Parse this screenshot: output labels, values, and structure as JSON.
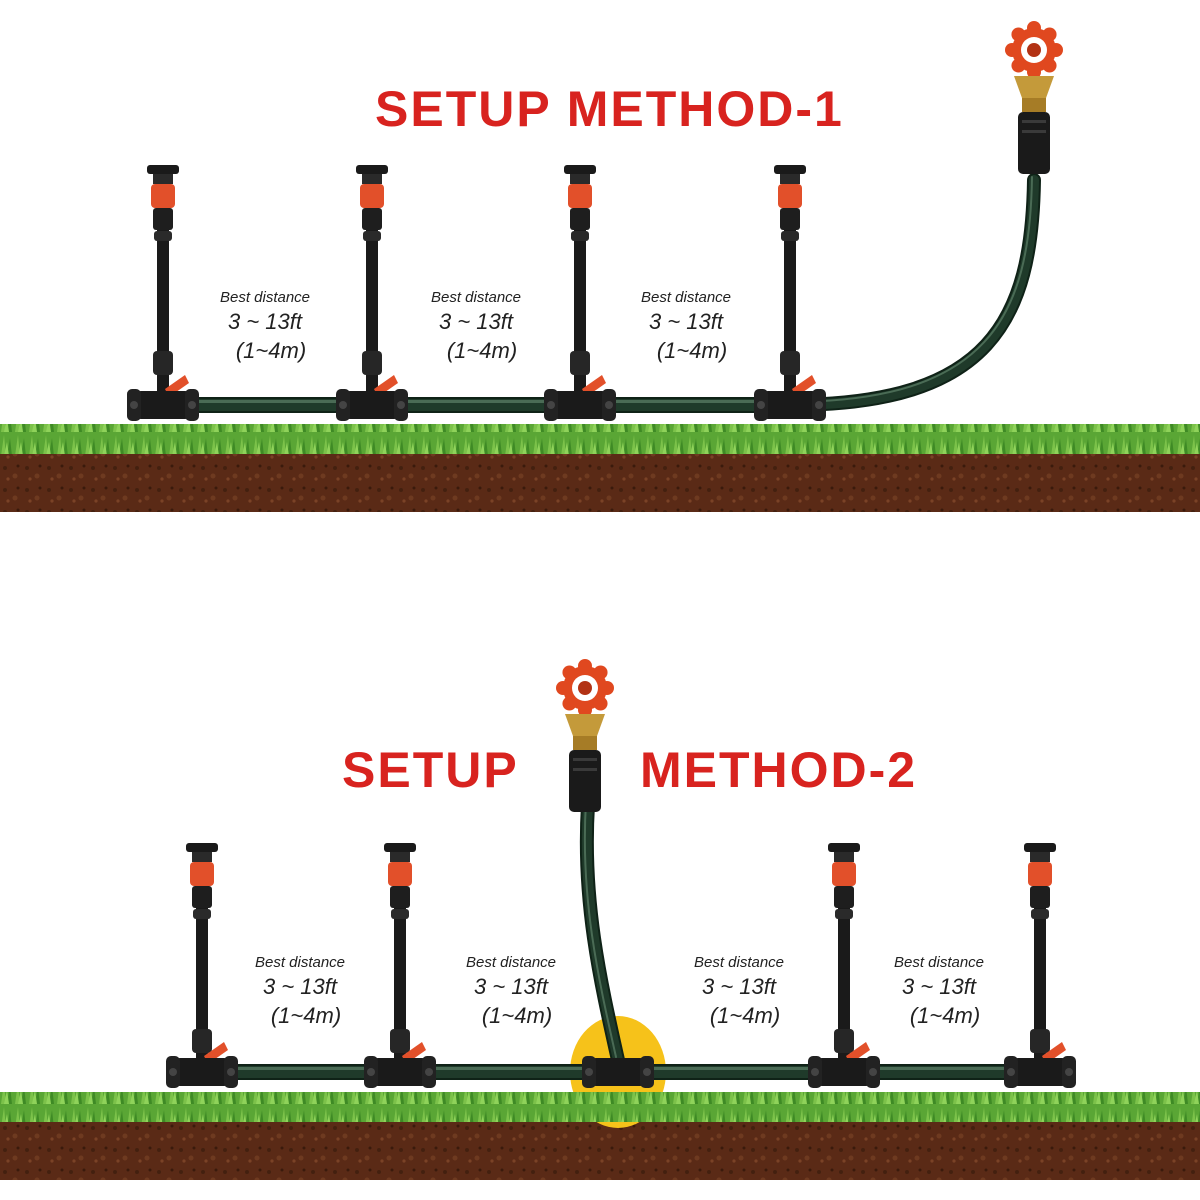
{
  "method1": {
    "title": "SETUP METHOD-1",
    "labels": [
      {
        "line1": "Best distance",
        "line2": "3 ~ 13ft",
        "line3": "(1~4m)"
      },
      {
        "line1": "Best distance",
        "line2": "3 ~ 13ft",
        "line3": "(1~4m)"
      },
      {
        "line1": "Best distance",
        "line2": "3 ~ 13ft",
        "line3": "(1~4m)"
      }
    ]
  },
  "method2": {
    "title_left": "SETUP",
    "title_right": "METHOD-2",
    "labels": [
      {
        "line1": "Best distance",
        "line2": "3 ~ 13ft",
        "line3": "(1~4m)"
      },
      {
        "line1": "Best distance",
        "line2": "3 ~ 13ft",
        "line3": "(1~4m)"
      },
      {
        "line1": "Best distance",
        "line2": "3 ~ 13ft",
        "line3": "(1~4m)"
      },
      {
        "line1": "Best distance",
        "line2": "3 ~ 13ft",
        "line3": "(1~4m)"
      }
    ]
  },
  "colors": {
    "title": "#d8231f",
    "grass": "#5aa635",
    "soil": "#5a2a16",
    "hose": "#1f3a2a",
    "fitting": "#1a1a1a",
    "accent": "#e2502a",
    "valve_handle": "#e0481f",
    "brass": "#c49a3a",
    "highlight": "#f6c21a"
  },
  "icons": [
    "sprinkler-icon",
    "hose-bib-valve-icon",
    "tee-connector-icon",
    "garden-hose-icon"
  ]
}
